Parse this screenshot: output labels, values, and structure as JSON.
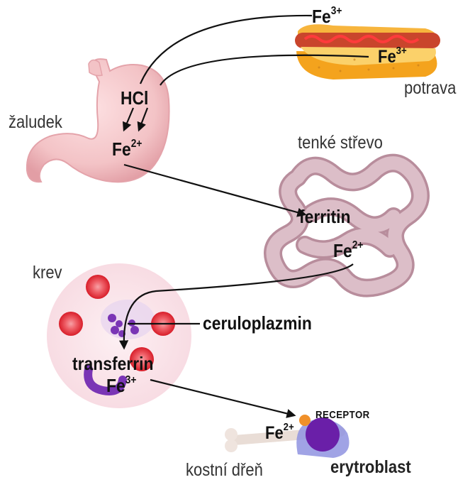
{
  "labels": {
    "fe3_top": "Fe",
    "fe3_top_sup": "3+",
    "fe3_food": "Fe",
    "fe3_food_sup": "3+",
    "food": "potrava",
    "stomach": "žaludek",
    "hcl": "HCl",
    "fe2_stomach": "Fe",
    "fe2_stomach_sup": "2+",
    "intestine": "tenké střevo",
    "ferritin": "ferritin",
    "fe2_intestine": "Fe",
    "fe2_intestine_sup": "2+",
    "blood": "krev",
    "ceruloplasmin": "ceruloplazmin",
    "transferrin": "transferrin",
    "fe3_blood": "Fe",
    "fe3_blood_sup": "3+",
    "receptor": "RECEPTOR",
    "fe2_marrow": "Fe",
    "fe2_marrow_sup": "2+",
    "marrow": "kostní dřeň",
    "erythroblast": "erytroblast"
  },
  "colors": {
    "stomach": "#f3c3c6",
    "intestine": "#d8b6c0",
    "blood_bg": "#fbe6ea",
    "rbc": "#e8323c",
    "protein": "#7a35b5",
    "erythroblast_cell": "#8f93e0",
    "erythroblast_nucleus": "#6a1fa8",
    "receptor_dot": "#f0902a",
    "arrow": "#111111"
  },
  "icons": [
    "hotdog-icon",
    "stomach-icon",
    "intestine-icon",
    "blood-circle-icon",
    "red-blood-cell-icon",
    "bone-icon",
    "erythroblast-icon"
  ]
}
